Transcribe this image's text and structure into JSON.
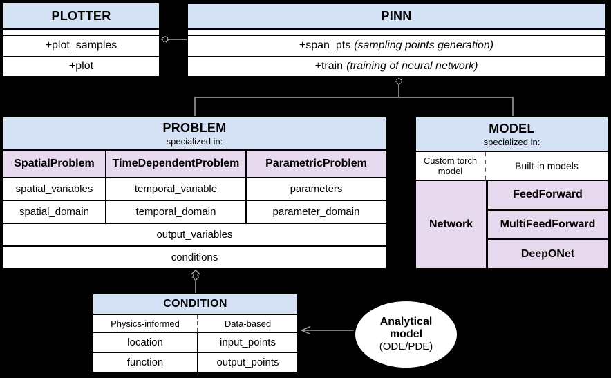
{
  "colors": {
    "background": "#000000",
    "header_blue": "#d5e2f5",
    "cell_purple": "#e7daee",
    "box_fill": "#ffffff",
    "border": "#000000",
    "connector_gray": "#a6a6a6"
  },
  "plotter": {
    "title": "PLOTTER",
    "methods": [
      "+plot_samples",
      "+plot"
    ]
  },
  "pinn": {
    "title": "PINN",
    "methods": [
      {
        "name": "+span_pts",
        "note": "(sampling points generation)"
      },
      {
        "name": "+train",
        "note": "(training of neural network)"
      }
    ]
  },
  "problem": {
    "title": "PROBLEM",
    "subtitle": "specialized in:",
    "columns": [
      "SpatialProblem",
      "TimeDependentProblem",
      "ParametricProblem"
    ],
    "rows": [
      [
        "spatial_variables",
        "temporal_variable",
        "parameters"
      ],
      [
        "spatial_domain",
        "temporal_domain",
        "parameter_domain"
      ]
    ],
    "full_rows": [
      "output_variables",
      "conditions"
    ]
  },
  "model": {
    "title": "MODEL",
    "subtitle": "specialized in:",
    "left_header": "Custom torch model",
    "right_header": "Built-in models",
    "left_cell": "Network",
    "right_cells": [
      "FeedForward",
      "MultiFeedForward",
      "DeepONet"
    ]
  },
  "condition": {
    "title": "CONDITION",
    "left_header": "Physics-informed",
    "right_header": "Data-based",
    "rows": [
      [
        "location",
        "input_points"
      ],
      [
        "function",
        "output_points"
      ]
    ]
  },
  "analytical": {
    "lines": [
      "Analytical",
      "model",
      "(ODE/PDE)"
    ]
  }
}
